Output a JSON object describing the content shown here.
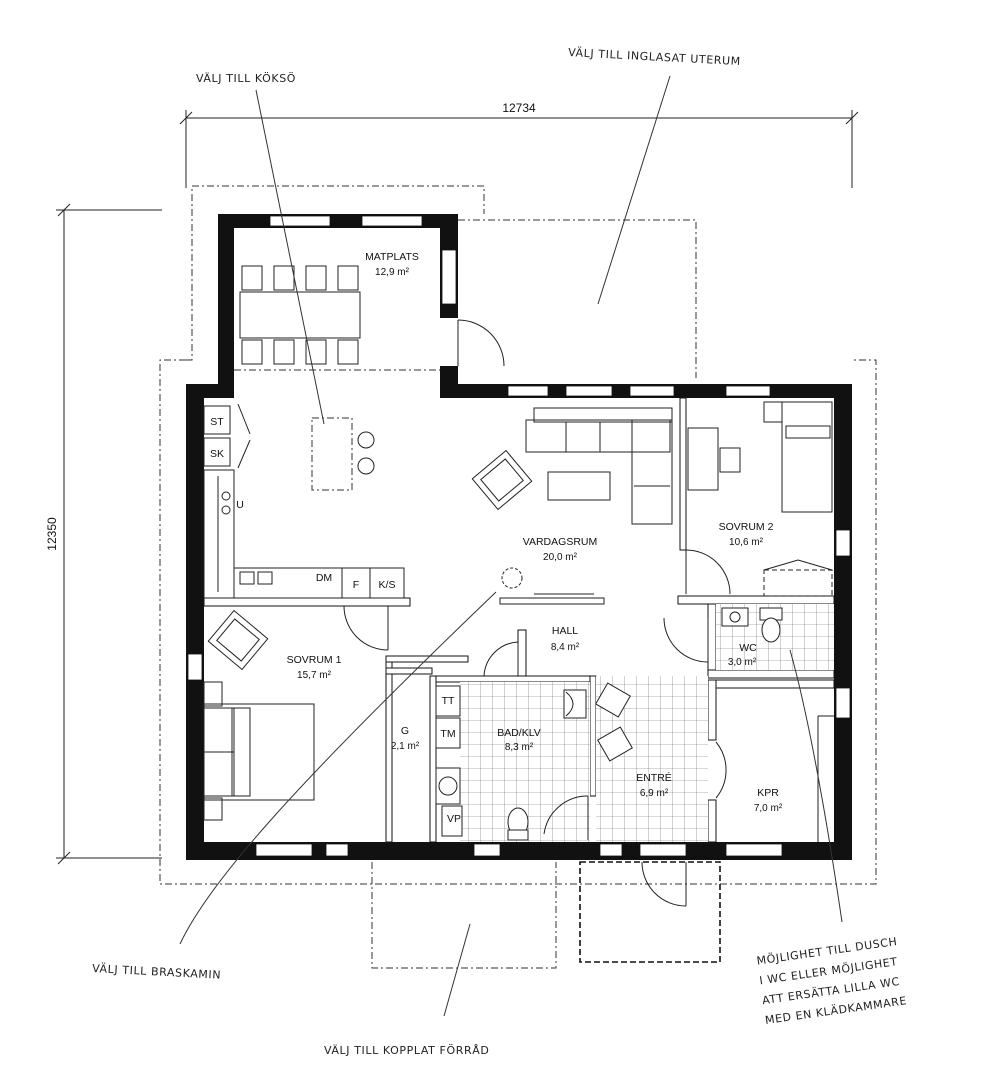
{
  "dimensions": {
    "width": "12734",
    "height": "12350"
  },
  "rooms": {
    "matplats": {
      "name": "MATPLATS",
      "area": "12,9 m²"
    },
    "vardagsrum": {
      "name": "VARDAGSRUM",
      "area": "20,0 m²"
    },
    "sovrum2": {
      "name": "SOVRUM 2",
      "area": "10,6 m²"
    },
    "sovrum1": {
      "name": "SOVRUM 1",
      "area": "15,7 m²"
    },
    "hall": {
      "name": "HALL",
      "area": "8,4 m²"
    },
    "wc": {
      "name": "WC",
      "area": "3,0 m²"
    },
    "g": {
      "name": "G",
      "area": "2,1 m²"
    },
    "badklv": {
      "name": "BAD/KLV",
      "area": "8,3 m²"
    },
    "entre": {
      "name": "ENTRÉ",
      "area": "6,9 m²"
    },
    "kpr": {
      "name": "KPR",
      "area": "7,0 m²"
    }
  },
  "fixtures": {
    "st": "ST",
    "sk": "SK",
    "u": "U",
    "dm": "DM",
    "f": "F",
    "ks": "K/S",
    "tt": "TT",
    "tm": "TM",
    "vp": "VP"
  },
  "notes": {
    "kokso": "VÄLJ TILL KÖKSÖ",
    "uterum": "VÄLJ TILL INGLASAT UTERUM",
    "braskamin": "VÄLJ TILL BRASKAMIN",
    "forrad": "VÄLJ TILL KOPPLAT FÖRRÅD",
    "dusch": [
      "MÖJLIGHET TILL DUSCH",
      "I WC ELLER MÖJLIGHET",
      "ATT ERSÄTTA LILLA WC",
      "MED EN KLÄDKAMMARE"
    ]
  }
}
